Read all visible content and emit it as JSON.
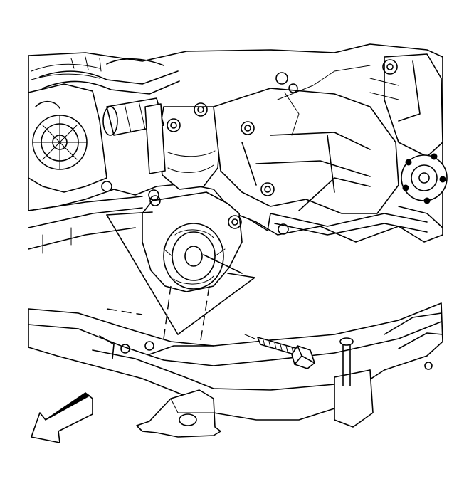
{
  "diagram": {
    "colors": {
      "line": "#000000",
      "background": "#ffffff",
      "arrow_fill": "#ffffff"
    },
    "components": [
      "engine-transmission-assembly",
      "transmission-mount",
      "frame-crossmember",
      "mount-bolt",
      "orientation-arrow"
    ]
  }
}
